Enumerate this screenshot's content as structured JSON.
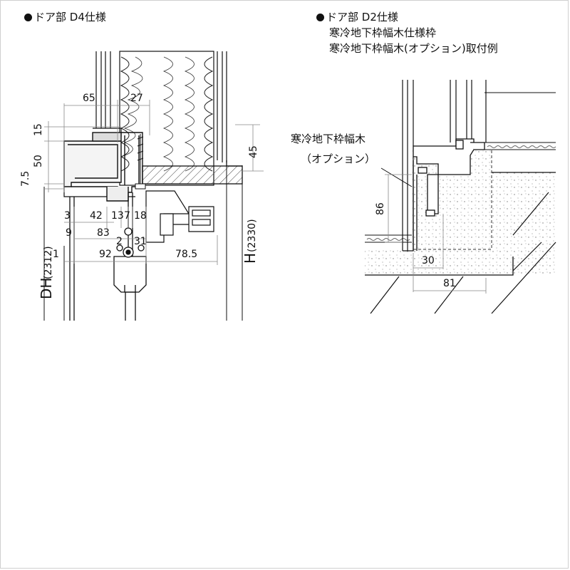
{
  "left_section": {
    "title": "ドア部  D4仕様",
    "dims": {
      "d65": "65",
      "d27": "27",
      "d15": "15",
      "d50": "50",
      "d7_5": "7.5",
      "d45": "45",
      "d3": "3",
      "d42": "42",
      "d13": "13",
      "d7": "7",
      "d18": "18",
      "d9": "9",
      "d83": "83",
      "d2": "2",
      "d31": "31",
      "d1": "1",
      "d92": "92",
      "d78_5": "78.5"
    },
    "dh_label": "DH",
    "dh_value": "(2312)",
    "h_label": "H",
    "h_value": "(2330)"
  },
  "right_section": {
    "title": "ドア部  D2仕様",
    "subtitle1": "寒冷地下枠幅木仕様枠",
    "subtitle2": "寒冷地下枠幅木(オプション)取付例",
    "callout_line1": "寒冷地下枠幅木",
    "callout_line2": "（オプション）",
    "dims": {
      "d86": "86",
      "d30": "30",
      "d81": "81"
    }
  },
  "colors": {
    "ink": "#111111",
    "dim_line": "#888888",
    "hatch": "#444444",
    "frame": "#cfcfcf"
  }
}
